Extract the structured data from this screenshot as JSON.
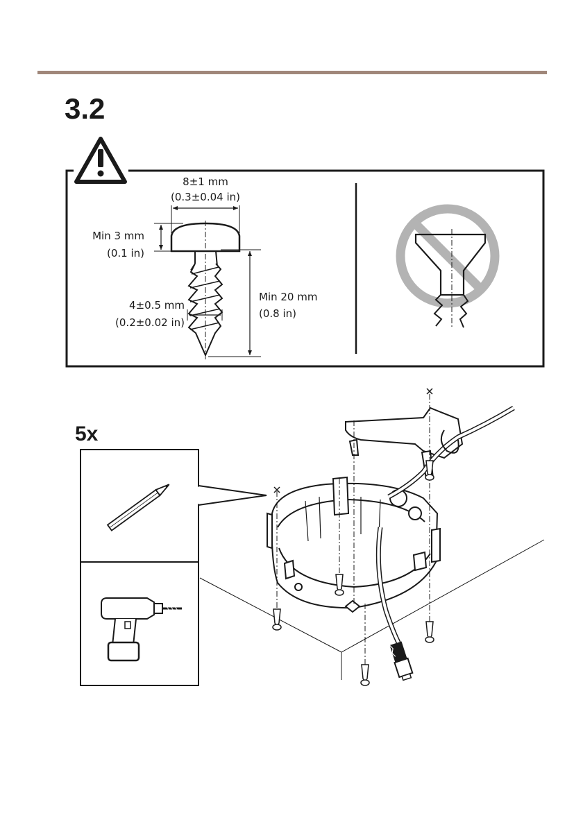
{
  "step": {
    "number": "3.2"
  },
  "warning": {
    "icon": "warning-triangle-icon",
    "screw_spec": {
      "head_diameter": "8±1 mm",
      "head_diameter_in": "(0.3±0.04 in)",
      "head_height": "Min 3 mm",
      "head_height_in": "(0.1 in)",
      "thread_diameter": "4±0.5 mm",
      "thread_diameter_in": "(0.2±0.02 in)",
      "length": "Min 20 mm",
      "length_in": "(0.8 in)"
    },
    "prohibited_icon": "prohibited-countersunk-screw-icon"
  },
  "tools": {
    "count": "5x",
    "items": [
      "pencil-icon",
      "drill-icon"
    ]
  },
  "colors": {
    "rule": "#a0877a",
    "prohibited": "#b3b3b3",
    "line": "#1a1a1a"
  }
}
